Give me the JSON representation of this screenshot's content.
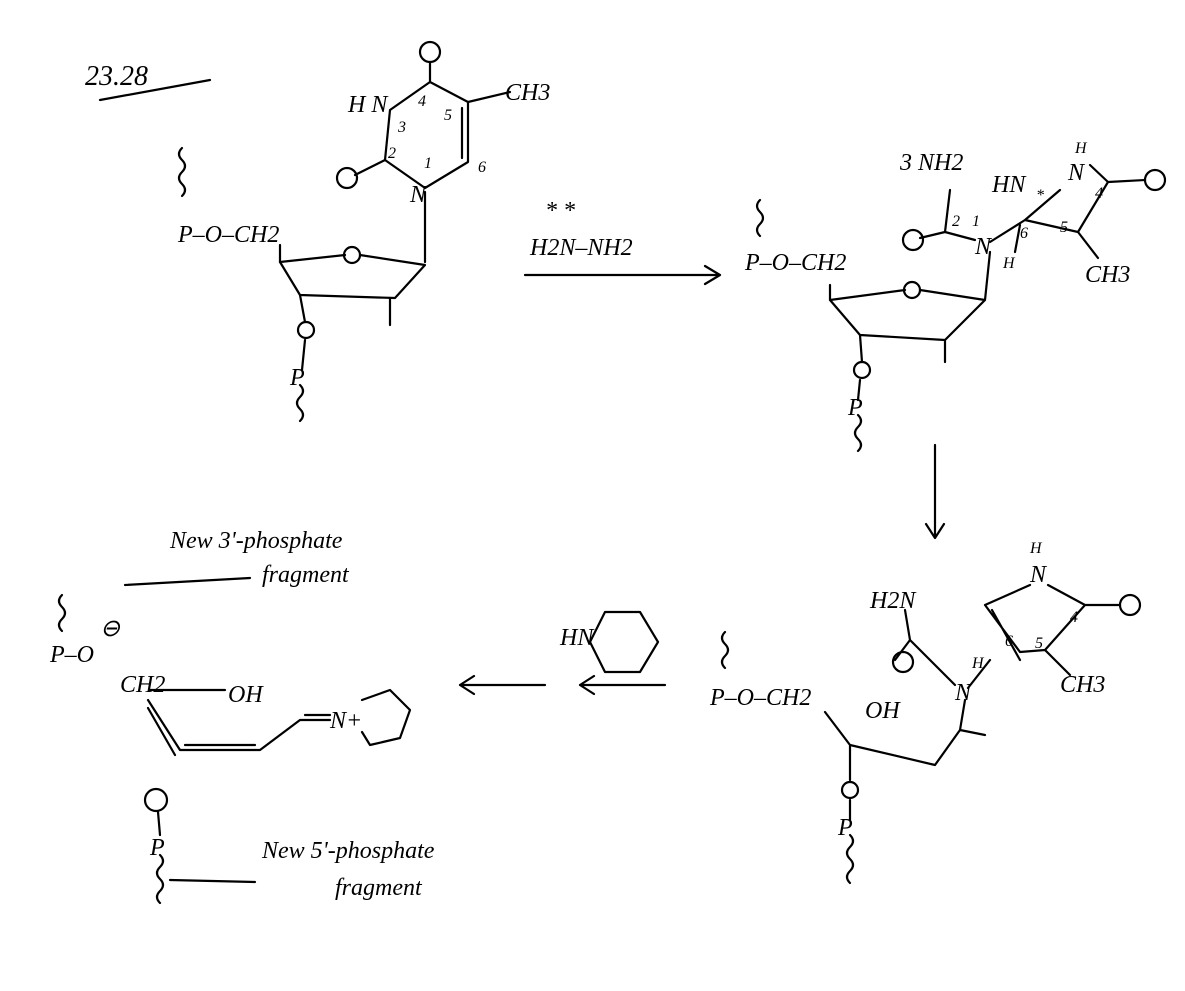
{
  "problem_number": "23.28",
  "colors": {
    "ink": "#000000",
    "background": "#ffffff"
  },
  "thymidine": {
    "hn": "H N",
    "n3": "3",
    "c4": "4",
    "c5": "5",
    "c6": "6",
    "c2": "2",
    "n1": "1",
    "ch3": "CH3",
    "linker": "P–O–CH2",
    "p": "P"
  },
  "reagent": "H2N–NH2",
  "reagent_marks": "*   *",
  "intermediate": {
    "nh2": "3 NH2",
    "hn": "HN",
    "nh_top": "H",
    "n_top": "N",
    "c4": "4",
    "c2": "2",
    "n1": "1",
    "c6": "6",
    "c5": "5",
    "h": "H",
    "ch3": "CH3",
    "linker": "P–O–CH2",
    "p": "P",
    "star": "*"
  },
  "open_chain": {
    "h2n": "H2N",
    "h_top": "H",
    "n_top": "N",
    "c4": "4",
    "c5": "5",
    "c6": "6",
    "h": "H",
    "ch3": "CH3",
    "oh": "OH",
    "linker": "P–O–CH2",
    "p": "P"
  },
  "piperidine_reagent": "HN",
  "products": {
    "p3": "P–O",
    "minus": "⊖",
    "ch2": "CH2",
    "oh": "OH",
    "nplus": "N+",
    "p5": "P",
    "label_3prime": [
      "New 3'-phosphate",
      "fragment"
    ],
    "label_5prime": [
      "New 5'-phosphate",
      "fragment"
    ]
  }
}
